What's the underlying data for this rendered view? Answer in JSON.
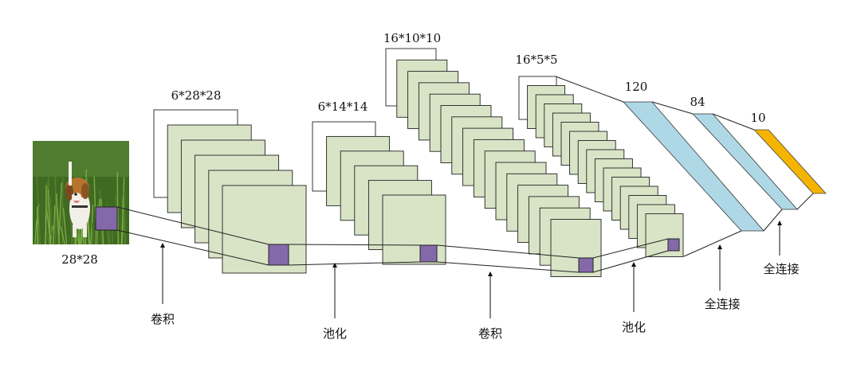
{
  "colors": {
    "map_fill": "#d9e4c6",
    "map_stroke": "#222222",
    "kernel_fill": "#8469aa",
    "fc_blue": "#aed8e6",
    "fc_orange": "#f4b400",
    "grass_dark": "#3f6a22",
    "grass_light": "#7fae45"
  },
  "input": {
    "size_label": "28*28",
    "image_icon": "beagle-dog-photo"
  },
  "layers": {
    "c1": {
      "size_label": "6*28*28",
      "op_label": "卷积"
    },
    "s2": {
      "size_label": "6*14*14",
      "op_label": "池化"
    },
    "c3": {
      "size_label": "16*10*10",
      "op_label": "卷积"
    },
    "s4": {
      "size_label": "16*5*5",
      "op_label": "池化"
    }
  },
  "fc": {
    "f5": {
      "label": "120"
    },
    "f6": {
      "label": "84"
    },
    "out": {
      "label": "10"
    },
    "op_label_1": "全连接",
    "op_label_2": "全连接"
  }
}
